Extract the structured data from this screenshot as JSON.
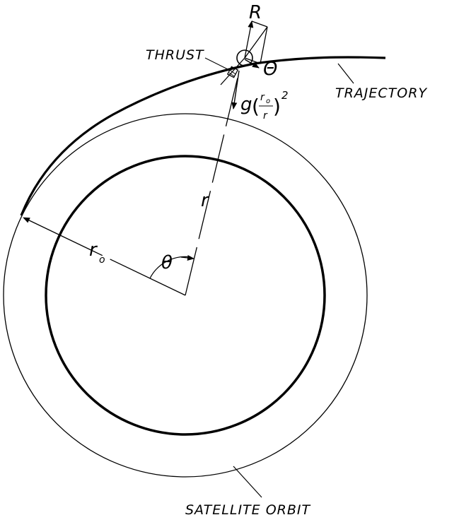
{
  "diagram": {
    "labels": {
      "radial_force": "R",
      "tangential_force": "Θ",
      "thrust": "THRUST",
      "trajectory": "TRAJECTORY",
      "gravity_prefix": "g",
      "gravity_num": "r",
      "gravity_num_sub": "o",
      "gravity_den": "r",
      "gravity_exp": "2",
      "radius": "r",
      "initial_radius": "r",
      "initial_radius_sub": "o",
      "angle": "θ",
      "satellite_orbit": "SATELLITE ORBIT"
    },
    "colors": {
      "ink": "#000000",
      "paper": "#ffffff"
    },
    "icons": {
      "vehicle": "circle-vehicle-icon",
      "nozzle": "thrust-nozzle-icon"
    }
  }
}
